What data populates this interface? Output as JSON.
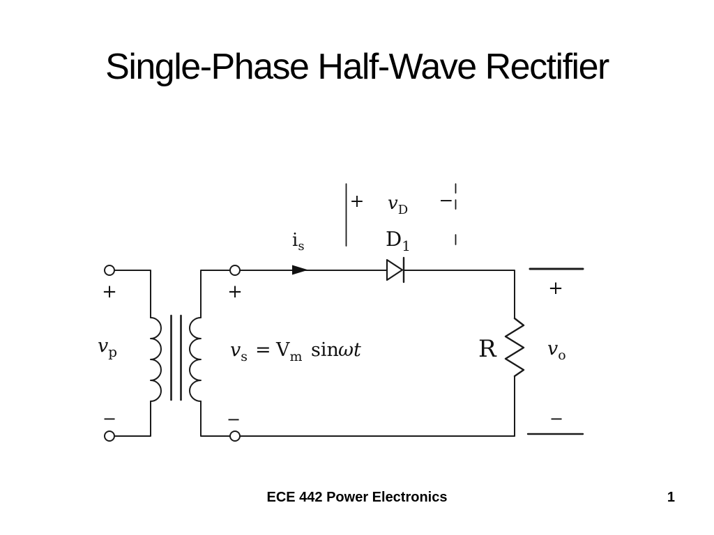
{
  "slide": {
    "title": "Single-Phase Half-Wave Rectifier",
    "footer": {
      "course": "ECE 442 Power Electronics",
      "page": "1"
    }
  },
  "circuit": {
    "primary": {
      "plus": "+",
      "minus": "−",
      "v_base": "v",
      "v_sub": "p"
    },
    "secondary": {
      "plus": "+",
      "minus": "−"
    },
    "current": {
      "base": "i",
      "sub": "s"
    },
    "equation": {
      "lhs_base": "v",
      "lhs_sub": "s",
      "equals": "=",
      "amp_base": "V",
      "amp_sub": "m",
      "sin": "sin",
      "omega_t": "ωt"
    },
    "diode": {
      "plus": "+",
      "v_base": "v",
      "v_sub": "D",
      "minus": "−",
      "name_base": "D",
      "name_sub": "1"
    },
    "load": {
      "resistor": "R",
      "plus": "+",
      "v_base": "v",
      "v_sub": "o",
      "minus": "−"
    }
  },
  "colors": {
    "background": "#ffffff",
    "ink": "#111111",
    "line": "#1a1a1a"
  }
}
